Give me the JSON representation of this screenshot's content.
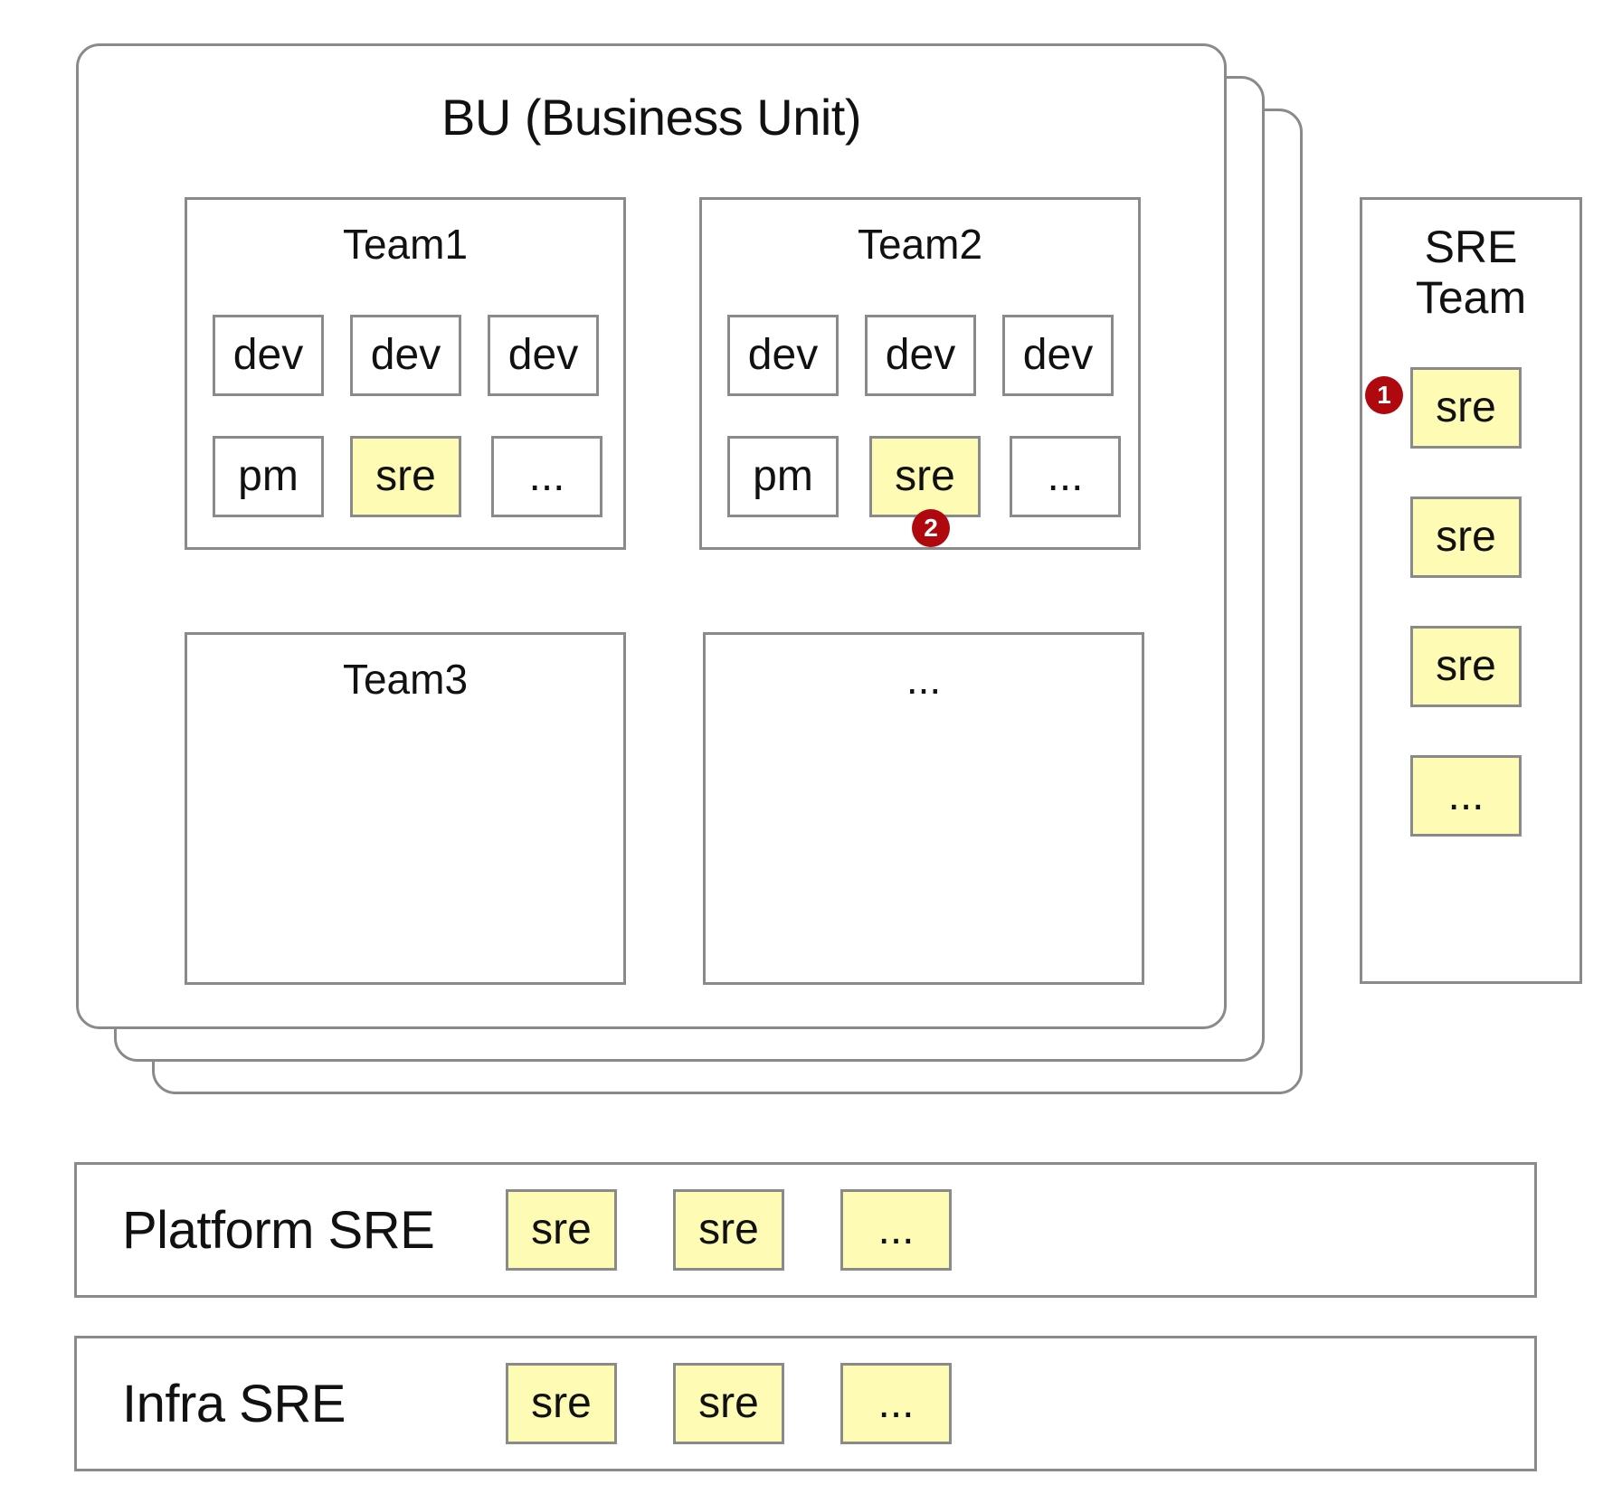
{
  "business_unit": {
    "title": "BU (Business Unit)",
    "teams": [
      {
        "title": "Team1",
        "row1": [
          "dev",
          "dev",
          "dev"
        ],
        "row2": [
          "pm",
          "sre",
          "..."
        ]
      },
      {
        "title": "Team2",
        "row1": [
          "dev",
          "dev",
          "dev"
        ],
        "row2": [
          "pm",
          "sre",
          "..."
        ]
      },
      {
        "title": "Team3"
      },
      {
        "title": "..."
      }
    ]
  },
  "sre_team": {
    "title_line1": "SRE",
    "title_line2": "Team",
    "members": [
      "sre",
      "sre",
      "sre",
      "..."
    ]
  },
  "platform_sre": {
    "label": "Platform SRE",
    "members": [
      "sre",
      "sre",
      "..."
    ]
  },
  "infra_sre": {
    "label": "Infra SRE",
    "members": [
      "sre",
      "sre",
      "..."
    ]
  },
  "markers": [
    "1",
    "2"
  ],
  "colors": {
    "sre_fill": "#fdfbb4",
    "border": "#8a8a8a",
    "marker": "#b0080f"
  }
}
